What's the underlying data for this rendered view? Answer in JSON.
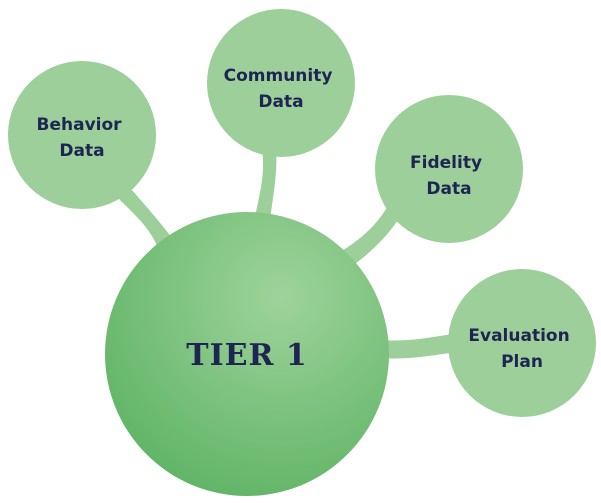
{
  "center": {
    "label": "TIER 1"
  },
  "nodes": [
    {
      "id": "behavior-data",
      "lines": [
        "Behavior",
        "Data"
      ]
    },
    {
      "id": "community-data",
      "lines": [
        "Community",
        "Data"
      ]
    },
    {
      "id": "fidelity-data",
      "lines": [
        "Fidelity",
        "Data"
      ]
    },
    {
      "id": "evaluation-plan",
      "lines": [
        "Evaluation",
        "Plan"
      ]
    }
  ],
  "colors": {
    "node_fill": "#9dcf9a",
    "center_light": "#8fca8c",
    "center_dark": "#5cb362",
    "connector": "#9dcf9a",
    "text": "#1f2552",
    "background": "#ffffff"
  }
}
